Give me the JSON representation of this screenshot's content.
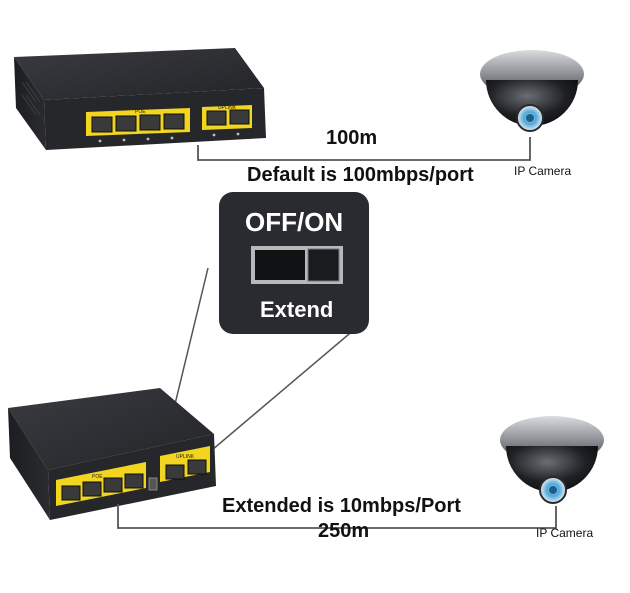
{
  "top": {
    "distance": "100m",
    "mode_text": "Default is 100mbps/port",
    "camera_label": "IP Camera",
    "switch_poe_label": "POE",
    "switch_uplink_label": "UPLINK"
  },
  "dip_switch": {
    "state_label": "OFF/ON",
    "mode_label": "Extend"
  },
  "bottom": {
    "mode_text": "Extended is 10mbps/Port",
    "distance": "250m",
    "camera_label": "IP Camera",
    "switch_poe_label": "POE",
    "switch_uplink_label": "UPLINK"
  },
  "colors": {
    "switch_body": "#2b2c30",
    "port_strip": "#f2d51e",
    "dip_panel": "#2a2b31",
    "cable": "#555555"
  }
}
